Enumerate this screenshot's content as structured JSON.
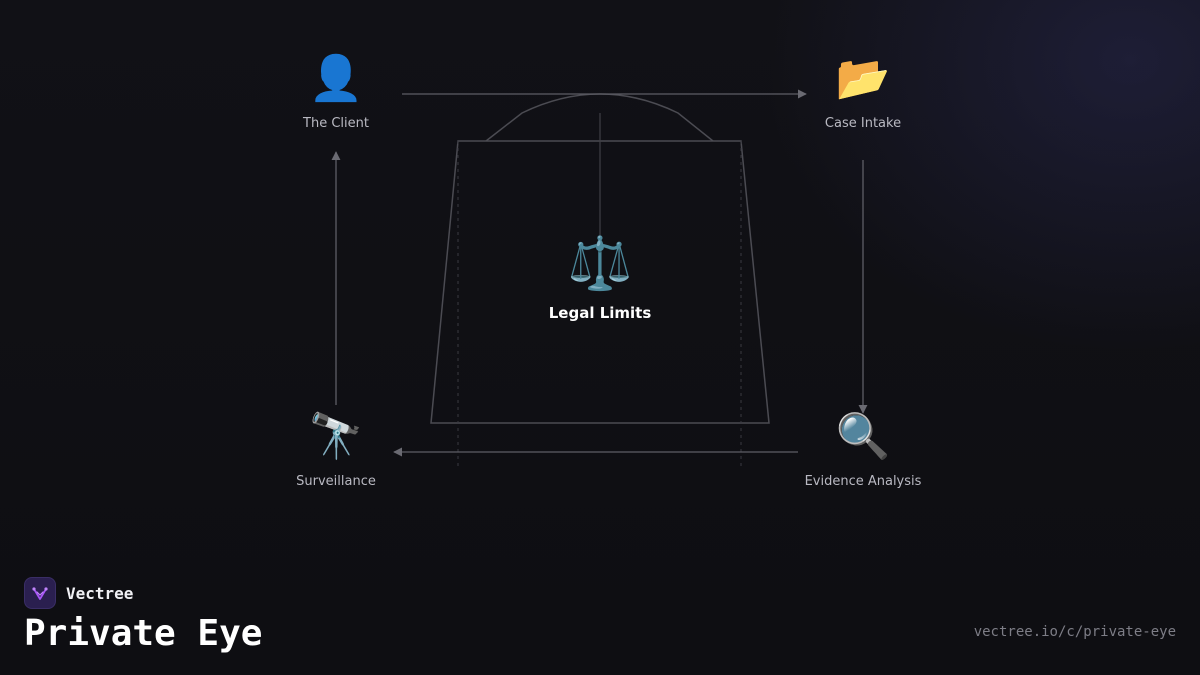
{
  "brand": {
    "name": "Vectree",
    "logo_icon": "vectree-logo-icon",
    "accent_color": "#a855f7"
  },
  "page": {
    "title": "Private Eye",
    "url": "vectree.io/c/private-eye"
  },
  "diagram": {
    "center": {
      "label": "Legal Limits",
      "icon": "⚖️",
      "icon_name": "scales-icon"
    },
    "nodes": {
      "client": {
        "label": "The Client",
        "icon": "👤",
        "icon_name": "person-icon"
      },
      "intake": {
        "label": "Case Intake",
        "icon": "📂",
        "icon_name": "open-folder-icon"
      },
      "evidence": {
        "label": "Evidence Analysis",
        "icon": "🔍",
        "icon_name": "magnifying-glass-icon"
      },
      "surveillance": {
        "label": "Surveillance",
        "icon": "🔭",
        "icon_name": "telescope-icon"
      }
    },
    "flow": [
      "The Client",
      "Case Intake",
      "Evidence Analysis",
      "Surveillance",
      "The Client"
    ]
  }
}
